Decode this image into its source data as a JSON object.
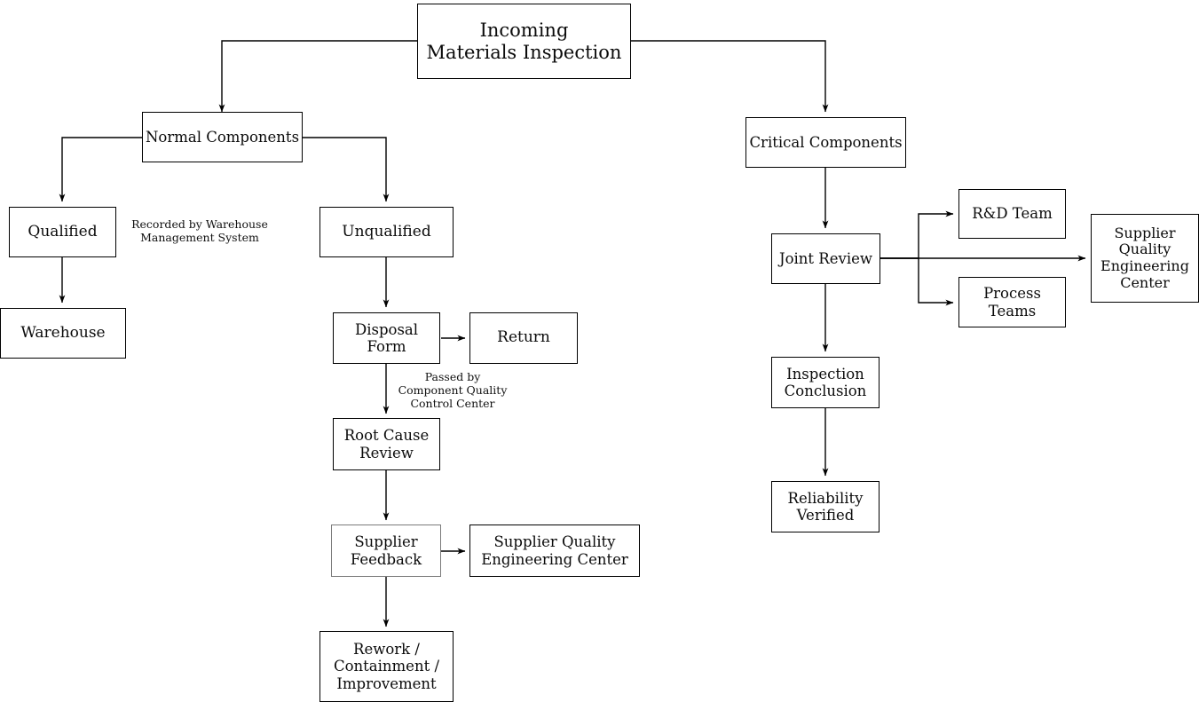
{
  "diagram": {
    "title_text": "Incoming\nMaterials Inspection",
    "background": "#ffffff",
    "stroke": "#000000",
    "muted_stroke": "#7a7a7a",
    "text_color": "#0b0b0b"
  },
  "nodes": {
    "incoming": "Incoming\nMaterials Inspection",
    "normal_components": "Normal Components",
    "critical_components": "Critical Components",
    "qualified": "Qualified",
    "warehouse": "Warehouse",
    "unqualified": "Unqualified",
    "disposal_form": "Disposal\nForm",
    "return": "Return",
    "root_cause_review": "Root Cause\nReview",
    "supplier_feedback": "Supplier\nFeedback",
    "supplier_quality_engineering_center": "Supplier Quality\nEngineering Center",
    "rework": "Rework /\nContainment /\nImprovement",
    "joint_review": "Joint Review",
    "rd_team": "R&D Team",
    "process_teams": "Process\nTeams",
    "sqec_right": "Supplier\nQuality\nEngineering\nCenter",
    "inspection_conclusion": "Inspection\nConclusion",
    "reliability_verified": "Reliability\nVerified"
  },
  "edge_labels": {
    "warehouse_system": "Recorded by Warehouse\nManagement System",
    "component_quality": "Passed by\nComponent Quality\nControl Center"
  }
}
